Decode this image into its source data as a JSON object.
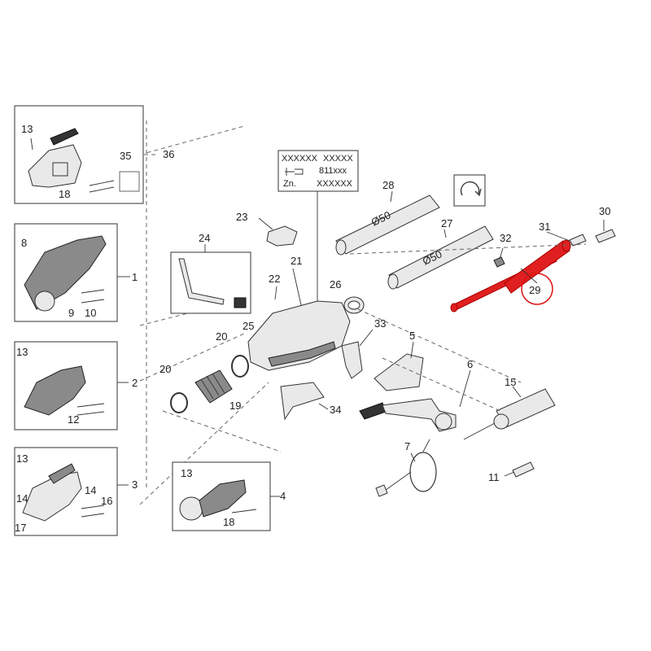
{
  "highlight": {
    "color": "#e02020",
    "part_label": "29"
  },
  "label_box": {
    "row1_left": "XXXXXX",
    "row1_right": "XXXXX",
    "row2_right": "811xxx",
    "row3_left": "Zn.",
    "row3_right": "XXXXXX"
  },
  "dimensions": {
    "tube28": "Ø50",
    "tube27": "Ø50"
  },
  "labels": {
    "n1": "1",
    "n2": "2",
    "n3": "3",
    "n4": "4",
    "n5": "5",
    "n6": "6",
    "n7": "7",
    "n8": "8",
    "n9": "9",
    "n10": "10",
    "n11": "11",
    "n12": "12",
    "n13a": "13",
    "n13b": "13",
    "n13c": "13",
    "n13d": "13",
    "n14a": "14",
    "n14b": "14",
    "n15": "15",
    "n16": "16",
    "n17": "17",
    "n18a": "18",
    "n18b": "18",
    "n19": "19",
    "n20a": "20",
    "n20b": "20",
    "n21": "21",
    "n22": "22",
    "n23": "23",
    "n24": "24",
    "n25": "25",
    "n26": "26",
    "n27": "27",
    "n28": "28",
    "n29": "29",
    "n30": "30",
    "n31": "31",
    "n32": "32",
    "n33": "33",
    "n34": "34",
    "n35": "35",
    "n36": "36"
  }
}
